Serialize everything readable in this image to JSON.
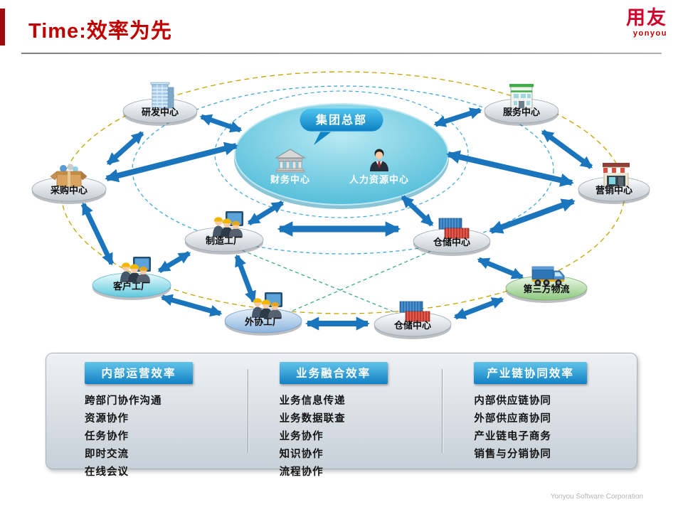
{
  "header": {
    "title": "Time:效率为先",
    "logo": "用友",
    "logo_sub": "yonyou"
  },
  "diagram": {
    "center": {
      "title": "集团总部",
      "units": [
        {
          "label": "财务中心",
          "icon": "bank-icon"
        },
        {
          "label": "人力资源中心",
          "icon": "businessman-icon"
        }
      ]
    },
    "nodes": [
      {
        "label": "研发中心",
        "icon": "office-building-icon"
      },
      {
        "label": "服务中心",
        "icon": "service-building-icon"
      },
      {
        "label": "采购中心",
        "icon": "supply-box-icon"
      },
      {
        "label": "营销中心",
        "icon": "storefront-icon"
      },
      {
        "label": "制造工厂",
        "icon": "workers-icon"
      },
      {
        "label": "仓储中心",
        "icon": "containers-icon"
      },
      {
        "label": "客户工厂",
        "icon": "workers-icon"
      },
      {
        "label": "第三方物流",
        "icon": "truck-icon"
      },
      {
        "label": "外协工厂",
        "icon": "workers-icon"
      },
      {
        "label": "仓储中心",
        "icon": "containers-icon"
      }
    ]
  },
  "panel": {
    "columns": [
      {
        "header": "内部运营效率",
        "items": [
          "跨部门协作沟通",
          "资源协作",
          "任务协作",
          "即时交流",
          "在线会议"
        ]
      },
      {
        "header": "业务融合效率",
        "items": [
          "业务信息传递",
          "业务数据联查",
          "业务协作",
          "知识协作",
          "流程协作"
        ]
      },
      {
        "header": "产业链协同效率",
        "items": [
          "内部供应链协同",
          "外部供应商协同",
          "产业链电子商务",
          "销售与分销协同"
        ]
      }
    ]
  },
  "footer": {
    "text": "Yonyou Software Corporation"
  },
  "colors": {
    "accent_red": "#c00000",
    "arrow_blue": "#1b75bc",
    "center_fill": "#45b8d9",
    "panel_header_blue": "#1181c4"
  }
}
